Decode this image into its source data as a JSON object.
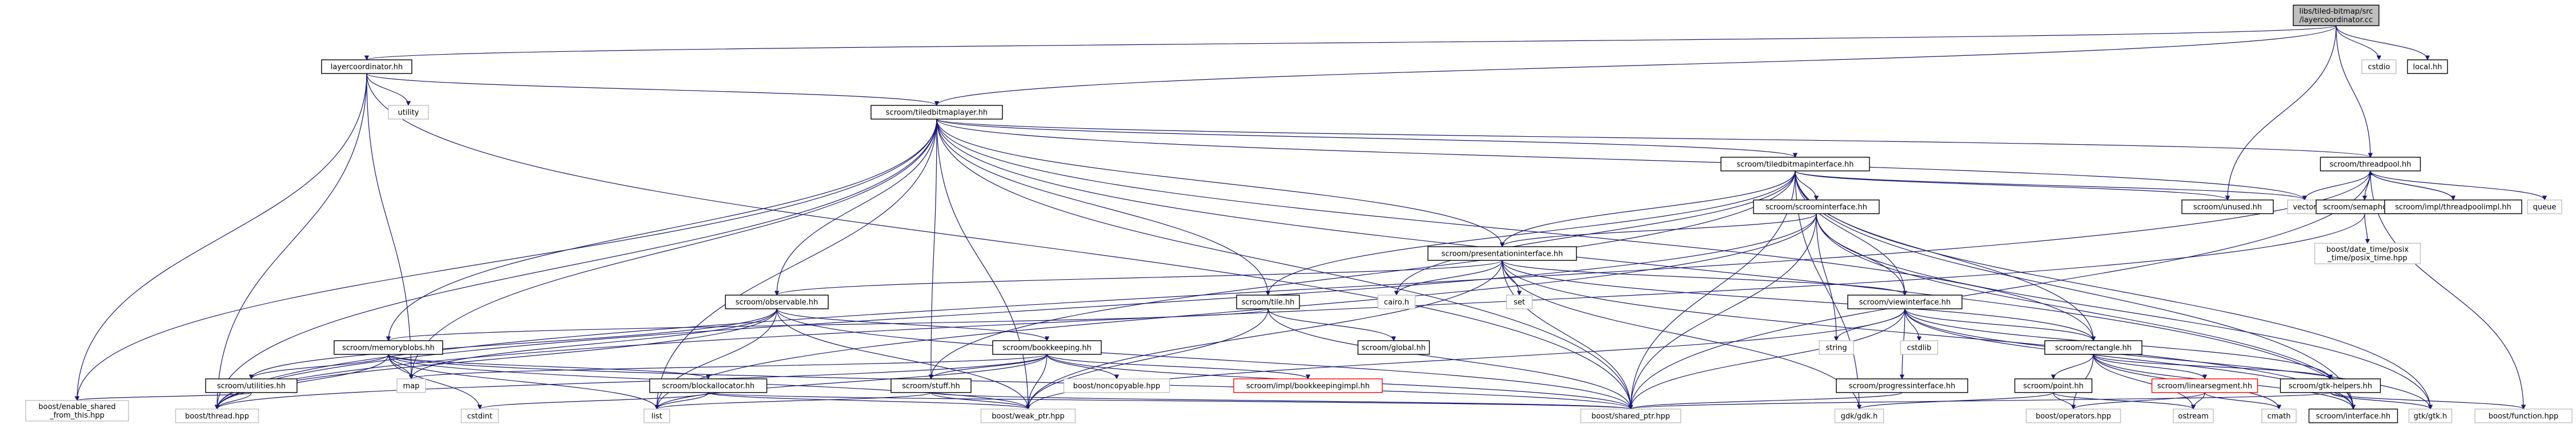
{
  "diagram": {
    "nodes": [
      {
        "id": "root",
        "lines": [
          "libs/tiled-bitmap/src",
          "/layercoordinator.cc"
        ],
        "kind": "root"
      },
      {
        "id": "layercoordinator",
        "lines": [
          "layercoordinator.hh"
        ],
        "kind": "documented"
      },
      {
        "id": "cstdio",
        "lines": [
          "cstdio"
        ],
        "kind": "system"
      },
      {
        "id": "local",
        "lines": [
          "local.hh"
        ],
        "kind": "documented"
      },
      {
        "id": "utility",
        "lines": [
          "utility"
        ],
        "kind": "system"
      },
      {
        "id": "tiledbitmaplayer",
        "lines": [
          "scroom/tiledbitmaplayer.hh"
        ],
        "kind": "documented"
      },
      {
        "id": "tiledbitmapinterface",
        "lines": [
          "scroom/tiledbitmapinterface.hh"
        ],
        "kind": "documented"
      },
      {
        "id": "threadpool",
        "lines": [
          "scroom/threadpool.hh"
        ],
        "kind": "documented"
      },
      {
        "id": "scroominterface",
        "lines": [
          "scroom/scroominterface.hh"
        ],
        "kind": "documented"
      },
      {
        "id": "unused",
        "lines": [
          "scroom/unused.hh"
        ],
        "kind": "documented"
      },
      {
        "id": "vector",
        "lines": [
          "vector"
        ],
        "kind": "system"
      },
      {
        "id": "semaphore",
        "lines": [
          "scroom/semaphore.hh"
        ],
        "kind": "documented"
      },
      {
        "id": "threadpoolimpl",
        "lines": [
          "scroom/impl/threadpoolimpl.hh"
        ],
        "kind": "documented"
      },
      {
        "id": "queue",
        "lines": [
          "queue"
        ],
        "kind": "system"
      },
      {
        "id": "presentationinterface",
        "lines": [
          "scroom/presentationinterface.hh"
        ],
        "kind": "documented"
      },
      {
        "id": "datetime",
        "lines": [
          "boost/date_time/posix",
          "_time/posix_time.hpp"
        ],
        "kind": "system"
      },
      {
        "id": "observable",
        "lines": [
          "scroom/observable.hh"
        ],
        "kind": "documented"
      },
      {
        "id": "tile",
        "lines": [
          "scroom/tile.hh"
        ],
        "kind": "documented"
      },
      {
        "id": "cairo",
        "lines": [
          "cairo.h"
        ],
        "kind": "system"
      },
      {
        "id": "set",
        "lines": [
          "set"
        ],
        "kind": "system"
      },
      {
        "id": "viewinterface",
        "lines": [
          "scroom/viewinterface.hh"
        ],
        "kind": "documented"
      },
      {
        "id": "memoryblobs",
        "lines": [
          "scroom/memoryblobs.hh"
        ],
        "kind": "documented"
      },
      {
        "id": "bookkeeping",
        "lines": [
          "scroom/bookkeeping.hh"
        ],
        "kind": "documented"
      },
      {
        "id": "global",
        "lines": [
          "scroom/global.hh"
        ],
        "kind": "documented"
      },
      {
        "id": "string",
        "lines": [
          "string"
        ],
        "kind": "system"
      },
      {
        "id": "cstdlib",
        "lines": [
          "cstdlib"
        ],
        "kind": "system"
      },
      {
        "id": "rectangle",
        "lines": [
          "scroom/rectangle.hh"
        ],
        "kind": "documented"
      },
      {
        "id": "utilities",
        "lines": [
          "scroom/utilities.hh"
        ],
        "kind": "documented"
      },
      {
        "id": "map",
        "lines": [
          "map"
        ],
        "kind": "system"
      },
      {
        "id": "blockallocator",
        "lines": [
          "scroom/blockallocator.hh"
        ],
        "kind": "documented"
      },
      {
        "id": "stuff",
        "lines": [
          "scroom/stuff.hh"
        ],
        "kind": "documented"
      },
      {
        "id": "noncopyable",
        "lines": [
          "boost/noncopyable.hpp"
        ],
        "kind": "system"
      },
      {
        "id": "bookkeepingimpl",
        "lines": [
          "scroom/impl/bookkeepingimpl.hh"
        ],
        "kind": "missing"
      },
      {
        "id": "progressinterface",
        "lines": [
          "scroom/progressinterface.hh"
        ],
        "kind": "documented"
      },
      {
        "id": "point",
        "lines": [
          "scroom/point.hh"
        ],
        "kind": "documented"
      },
      {
        "id": "linearsegment",
        "lines": [
          "scroom/linearsegment.hh"
        ],
        "kind": "missing"
      },
      {
        "id": "gtkhelpers",
        "lines": [
          "scroom/gtk-helpers.hh"
        ],
        "kind": "documented"
      },
      {
        "id": "enableshared",
        "lines": [
          "boost/enable_shared",
          "_from_this.hpp"
        ],
        "kind": "system"
      },
      {
        "id": "boostthread",
        "lines": [
          "boost/thread.hpp"
        ],
        "kind": "system"
      },
      {
        "id": "cstdint",
        "lines": [
          "cstdint"
        ],
        "kind": "system"
      },
      {
        "id": "list",
        "lines": [
          "list"
        ],
        "kind": "system"
      },
      {
        "id": "weakptr",
        "lines": [
          "boost/weak_ptr.hpp"
        ],
        "kind": "system"
      },
      {
        "id": "sharedptr",
        "lines": [
          "boost/shared_ptr.hpp"
        ],
        "kind": "system"
      },
      {
        "id": "gdk",
        "lines": [
          "gdk/gdk.h"
        ],
        "kind": "system"
      },
      {
        "id": "operators",
        "lines": [
          "boost/operators.hpp"
        ],
        "kind": "system"
      },
      {
        "id": "ostream",
        "lines": [
          "ostream"
        ],
        "kind": "system"
      },
      {
        "id": "cmath",
        "lines": [
          "cmath"
        ],
        "kind": "system"
      },
      {
        "id": "interface",
        "lines": [
          "scroom/interface.hh"
        ],
        "kind": "documented"
      },
      {
        "id": "gtk",
        "lines": [
          "gtk/gtk.h"
        ],
        "kind": "system"
      },
      {
        "id": "function",
        "lines": [
          "boost/function.hpp"
        ],
        "kind": "system"
      }
    ],
    "edges": [
      [
        "root",
        "layercoordinator"
      ],
      [
        "root",
        "tiledbitmaplayer"
      ],
      [
        "root",
        "cstdio"
      ],
      [
        "root",
        "local"
      ],
      [
        "root",
        "unused"
      ],
      [
        "root",
        "threadpool"
      ],
      [
        "layercoordinator",
        "utility"
      ],
      [
        "layercoordinator",
        "tiledbitmaplayer"
      ],
      [
        "layercoordinator",
        "map"
      ],
      [
        "layercoordinator",
        "enableshared"
      ],
      [
        "layercoordinator",
        "boostthread"
      ],
      [
        "layercoordinator",
        "sharedptr"
      ],
      [
        "tiledbitmaplayer",
        "tiledbitmapinterface"
      ],
      [
        "tiledbitmaplayer",
        "threadpool"
      ],
      [
        "tiledbitmaplayer",
        "presentationinterface"
      ],
      [
        "tiledbitmaplayer",
        "observable"
      ],
      [
        "tiledbitmaplayer",
        "tile"
      ],
      [
        "tiledbitmaplayer",
        "memoryblobs"
      ],
      [
        "tiledbitmaplayer",
        "stuff"
      ],
      [
        "tiledbitmaplayer",
        "map"
      ],
      [
        "tiledbitmaplayer",
        "vector"
      ],
      [
        "tiledbitmaplayer",
        "list"
      ],
      [
        "tiledbitmaplayer",
        "boostthread"
      ],
      [
        "tiledbitmaplayer",
        "weakptr"
      ],
      [
        "tiledbitmaplayer",
        "sharedptr"
      ],
      [
        "tiledbitmaplayer",
        "enableshared"
      ],
      [
        "tiledbitmaplayer",
        "rectangle"
      ],
      [
        "tiledbitmaplayer",
        "interface"
      ],
      [
        "tiledbitmapinterface",
        "scroominterface"
      ],
      [
        "tiledbitmapinterface",
        "presentationinterface"
      ],
      [
        "tiledbitmapinterface",
        "viewinterface"
      ],
      [
        "tiledbitmapinterface",
        "tile"
      ],
      [
        "tiledbitmapinterface",
        "unused"
      ],
      [
        "tiledbitmapinterface",
        "vector"
      ],
      [
        "tiledbitmapinterface",
        "cairo"
      ],
      [
        "tiledbitmapinterface",
        "gdk"
      ],
      [
        "tiledbitmapinterface",
        "sharedptr"
      ],
      [
        "tiledbitmapinterface",
        "rectangle"
      ],
      [
        "tiledbitmapinterface",
        "stuff"
      ],
      [
        "tiledbitmapinterface",
        "interface"
      ],
      [
        "tiledbitmapinterface",
        "gtk"
      ],
      [
        "threadpool",
        "vector"
      ],
      [
        "threadpool",
        "queue"
      ],
      [
        "threadpool",
        "semaphore"
      ],
      [
        "threadpool",
        "threadpoolimpl"
      ],
      [
        "threadpool",
        "function"
      ],
      [
        "threadpool",
        "sharedptr"
      ],
      [
        "threadpool",
        "boostthread"
      ],
      [
        "threadpoolimpl",
        "threadpool"
      ],
      [
        "scroominterface",
        "presentationinterface"
      ],
      [
        "scroominterface",
        "viewinterface"
      ],
      [
        "scroominterface",
        "string"
      ],
      [
        "scroominterface",
        "sharedptr"
      ],
      [
        "scroominterface",
        "gtk"
      ],
      [
        "scroominterface",
        "interface"
      ],
      [
        "scroominterface",
        "list"
      ],
      [
        "scroominterface",
        "boostthread"
      ],
      [
        "semaphore",
        "datetime"
      ],
      [
        "semaphore",
        "boostthread"
      ],
      [
        "presentationinterface",
        "viewinterface"
      ],
      [
        "presentationinterface",
        "observable"
      ],
      [
        "presentationinterface",
        "cairo"
      ],
      [
        "presentationinterface",
        "set"
      ],
      [
        "presentationinterface",
        "sharedptr"
      ],
      [
        "presentationinterface",
        "weakptr"
      ],
      [
        "presentationinterface",
        "rectangle"
      ],
      [
        "presentationinterface",
        "gdk"
      ],
      [
        "presentationinterface",
        "interface"
      ],
      [
        "observable",
        "bookkeeping"
      ],
      [
        "observable",
        "utilities"
      ],
      [
        "observable",
        "map"
      ],
      [
        "observable",
        "list"
      ],
      [
        "observable",
        "sharedptr"
      ],
      [
        "observable",
        "weakptr"
      ],
      [
        "observable",
        "boostthread"
      ],
      [
        "tile",
        "memoryblobs"
      ],
      [
        "tile",
        "global"
      ],
      [
        "tile",
        "sharedptr"
      ],
      [
        "tile",
        "weakptr"
      ],
      [
        "viewinterface",
        "progressinterface"
      ],
      [
        "viewinterface",
        "rectangle"
      ],
      [
        "viewinterface",
        "cstdlib"
      ],
      [
        "viewinterface",
        "string"
      ],
      [
        "viewinterface",
        "gtkhelpers"
      ],
      [
        "viewinterface",
        "sharedptr"
      ],
      [
        "viewinterface",
        "weakptr"
      ],
      [
        "viewinterface",
        "interface"
      ],
      [
        "viewinterface",
        "gtk"
      ],
      [
        "memoryblobs",
        "blockallocator"
      ],
      [
        "memoryblobs",
        "utilities"
      ],
      [
        "memoryblobs",
        "list"
      ],
      [
        "memoryblobs",
        "cstdint"
      ],
      [
        "memoryblobs",
        "boostthread"
      ],
      [
        "memoryblobs",
        "sharedptr"
      ],
      [
        "memoryblobs",
        "map"
      ],
      [
        "memoryblobs",
        "weakptr"
      ],
      [
        "bookkeeping",
        "noncopyable"
      ],
      [
        "bookkeeping",
        "bookkeepingimpl"
      ],
      [
        "bookkeeping",
        "stuff"
      ],
      [
        "bookkeeping",
        "map"
      ],
      [
        "bookkeeping",
        "list"
      ],
      [
        "bookkeeping",
        "weakptr"
      ],
      [
        "bookkeeping",
        "sharedptr"
      ],
      [
        "bookkeeping",
        "boostthread"
      ],
      [
        "rectangle",
        "point"
      ],
      [
        "rectangle",
        "linearsegment"
      ],
      [
        "rectangle",
        "gtkhelpers"
      ],
      [
        "rectangle",
        "ostream"
      ],
      [
        "rectangle",
        "cmath"
      ],
      [
        "rectangle",
        "operators"
      ],
      [
        "rectangle",
        "interface"
      ],
      [
        "utilities",
        "boostthread"
      ],
      [
        "utilities",
        "enableshared"
      ],
      [
        "blockallocator",
        "list"
      ],
      [
        "blockallocator",
        "sharedptr"
      ],
      [
        "blockallocator",
        "weakptr"
      ],
      [
        "blockallocator",
        "cstdint"
      ],
      [
        "stuff",
        "weakptr"
      ],
      [
        "stuff",
        "sharedptr"
      ],
      [
        "stuff",
        "list"
      ],
      [
        "progressinterface",
        "sharedptr"
      ],
      [
        "point",
        "operators"
      ],
      [
        "point",
        "ostream"
      ],
      [
        "point",
        "gdk"
      ],
      [
        "linearsegment",
        "ostream"
      ],
      [
        "linearsegment",
        "cmath"
      ],
      [
        "linearsegment",
        "operators"
      ],
      [
        "gtkhelpers",
        "gtk"
      ],
      [
        "gtkhelpers",
        "function"
      ],
      [
        "gtkhelpers",
        "sharedptr"
      ]
    ]
  },
  "colors": {
    "root_fill": "#bfbfbf",
    "root_stroke": "#000000",
    "documented_stroke": "#000000",
    "system_stroke": "#bfbfbf",
    "missing_stroke": "#ff0000",
    "missing_text": "#ff0000",
    "edge": "#191970"
  }
}
